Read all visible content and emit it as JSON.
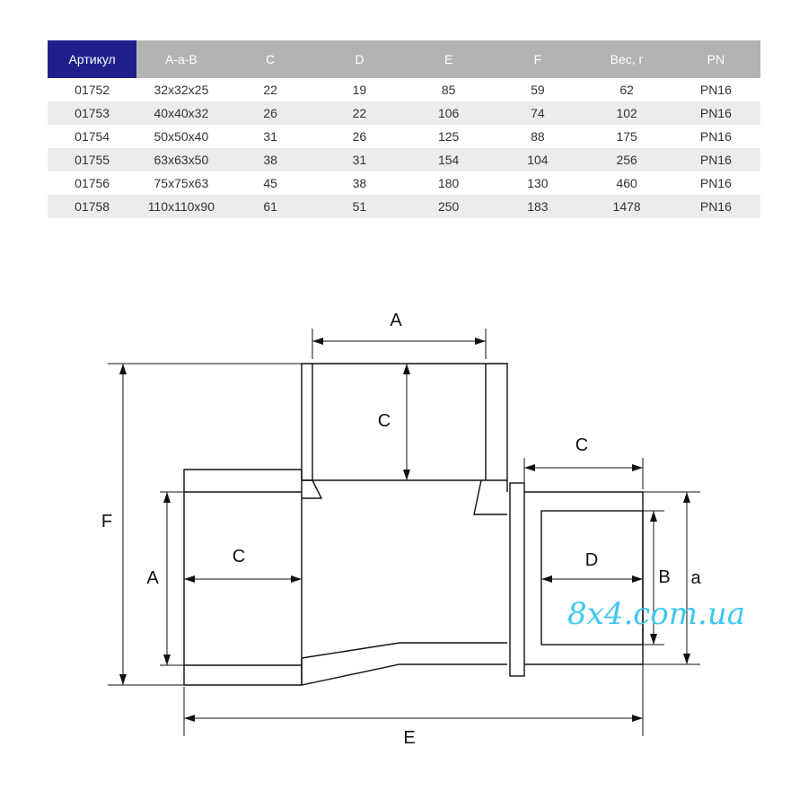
{
  "table": {
    "headers": [
      "Артикул",
      "A-a-B",
      "C",
      "D",
      "E",
      "F",
      "Вес, г",
      "PN"
    ],
    "rows": [
      [
        "01752",
        "32x32x25",
        "22",
        "19",
        "85",
        "59",
        "62",
        "PN16"
      ],
      [
        "01753",
        "40x40x32",
        "26",
        "22",
        "106",
        "74",
        "102",
        "PN16"
      ],
      [
        "01754",
        "50x50x40",
        "31",
        "26",
        "125",
        "88",
        "175",
        "PN16"
      ],
      [
        "01755",
        "63x63x50",
        "38",
        "31",
        "154",
        "104",
        "256",
        "PN16"
      ],
      [
        "01756",
        "75x75x63",
        "45",
        "38",
        "180",
        "130",
        "460",
        "PN16"
      ],
      [
        "01758",
        "110x110x90",
        "61",
        "51",
        "250",
        "183",
        "1478",
        "PN16"
      ]
    ],
    "header_color": "#1f1f8c",
    "header_gray": "#b3b3b3"
  },
  "drawing": {
    "labels": {
      "top_a": "A",
      "top_c": "C",
      "right_c": "C",
      "f": "F",
      "left_a": "A",
      "left_c": "C",
      "d": "D",
      "b": "B",
      "small_a": "a",
      "e": "E"
    },
    "watermark": "8x4.com.ua"
  }
}
